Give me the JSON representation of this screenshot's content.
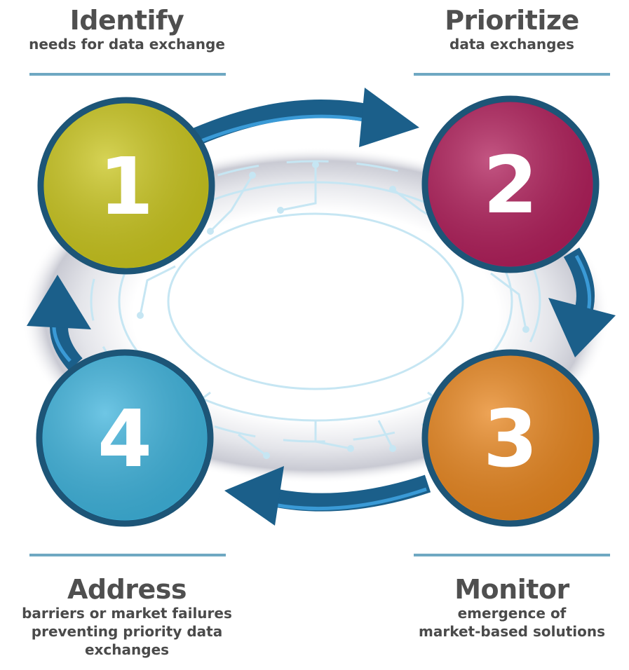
{
  "steps": [
    {
      "number": "1",
      "title": "Identify",
      "subtitle": "needs for data exchange",
      "color": "#c9c51d"
    },
    {
      "number": "2",
      "title": "Prioritize",
      "subtitle": "data exchanges",
      "color": "#b01e5a"
    },
    {
      "number": "3",
      "title": "Monitor",
      "subtitle_lines": [
        "emergence of",
        "market-based solutions"
      ],
      "color": "#e8861f"
    },
    {
      "number": "4",
      "title": "Address",
      "subtitle_lines": [
        "barriers or market failures",
        "preventing priority data",
        "exchanges"
      ],
      "color": "#3eb3dc"
    }
  ],
  "colors": {
    "ring_border": "#1d5577",
    "arrow": "#1b5f8a",
    "arrow_light": "#3a9ad6",
    "rule": "#6fa8c2",
    "circuit": "#bfe3f2"
  }
}
